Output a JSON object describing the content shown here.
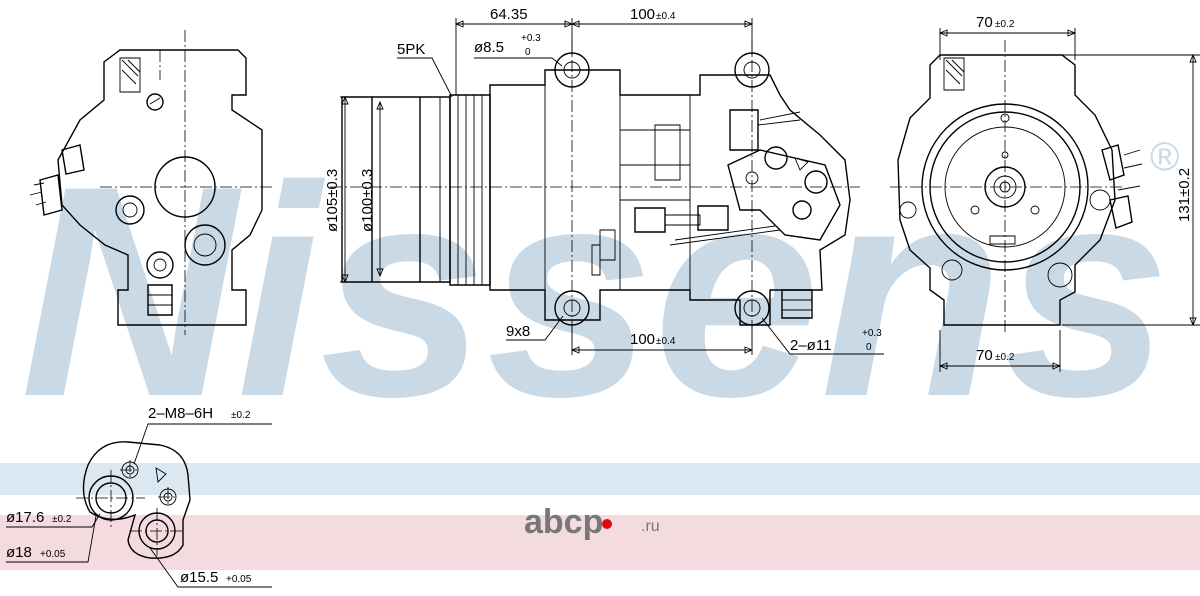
{
  "watermark": {
    "brand": "Nissens",
    "registered": "®",
    "color": "#c9d9e6"
  },
  "site_mark": {
    "text": "abcp",
    "suffix": ".ru",
    "dot_color": "#e30613",
    "band_blue": "#dce8f1",
    "band_pink": "#f3dbe0"
  },
  "dimensions": {
    "d_64_35": "64.35",
    "d_100_top": "100",
    "d_100_top_tol": "±0.4",
    "belt": "5PK",
    "d_8_5": "ø8.5",
    "d_8_5_tol_upper": "+0.3",
    "d_8_5_tol_lower": "0",
    "d_105": "ø105±0.3",
    "d_100_dia": "ø100±0.3",
    "d_9x8": "9x8",
    "d_100_bottom": "100",
    "d_100_bottom_tol": "±0.4",
    "d_2_11": "2–ø11",
    "d_2_11_tol_upper": "+0.3",
    "d_2_11_tol_lower": "0",
    "d_70_top": "70",
    "d_70_top_tol": "±0.2",
    "d_131": "131±0.2",
    "d_70_bottom": "70",
    "d_70_bottom_tol": "±0.2",
    "d_m8": "2–M8–6H",
    "d_m8_tol": "±0.2",
    "d_17_6": "ø17.6",
    "d_17_6_tol": "±0.2",
    "d_18": "ø18",
    "d_18_tol": "+0.05",
    "d_15_5": "ø15.5",
    "d_15_5_tol": "+0.05"
  }
}
